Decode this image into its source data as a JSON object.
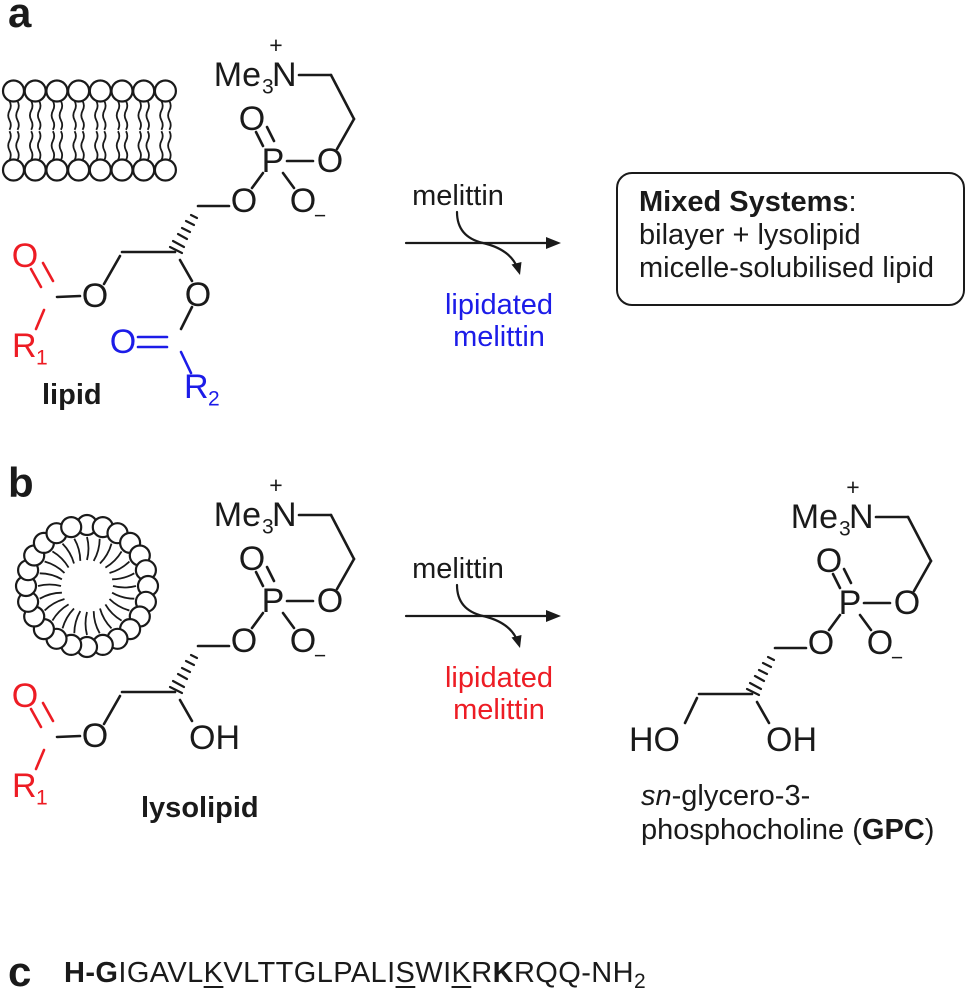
{
  "panels": {
    "a": "a",
    "b": "b",
    "c": "c"
  },
  "colors": {
    "red": "#ed1c24",
    "blue": "#1c1ce8",
    "ink": "#1a1a1a"
  },
  "atoms": {
    "me": "Me",
    "sub3": "3",
    "n": "N",
    "plus": "+",
    "o": "O",
    "p": "P",
    "minus": "−",
    "oh": "OH",
    "ho": "HO",
    "r": "R",
    "sub1": "1",
    "sub2": "2"
  },
  "labels": {
    "lipid": "lipid",
    "lysolipid": "lysolipid"
  },
  "reaction": {
    "catalyst": "melittin",
    "byproduct": "lipidated melittin"
  },
  "box": {
    "title": "Mixed Systems",
    "colon": ":",
    "line2": "bilayer + lysolipid",
    "line3": "micelle-solubilised lipid"
  },
  "gpc_caption": {
    "italic": "sn",
    "rest": "-glycero-3-",
    "line2_pre": "phosphocholine (",
    "line2_bold": "GPC",
    "line2_post": ")"
  },
  "sequence": {
    "segments": [
      {
        "text": "H-G",
        "style": "bold"
      },
      {
        "text": "IGAVL",
        "style": "normal"
      },
      {
        "text": "K",
        "style": "underline"
      },
      {
        "text": "VLTTGLPALI",
        "style": "normal"
      },
      {
        "text": "S",
        "style": "underline"
      },
      {
        "text": "WI",
        "style": "normal"
      },
      {
        "text": "K",
        "style": "underline"
      },
      {
        "text": "R",
        "style": "normal"
      },
      {
        "text": "K",
        "style": "bold"
      },
      {
        "text": "RQQ-NH",
        "style": "normal"
      },
      {
        "text": "2",
        "style": "subscript"
      }
    ]
  },
  "illustrations": {
    "bilayer_lipids_per_leaflet": 8,
    "micelle_lipids": 24
  }
}
